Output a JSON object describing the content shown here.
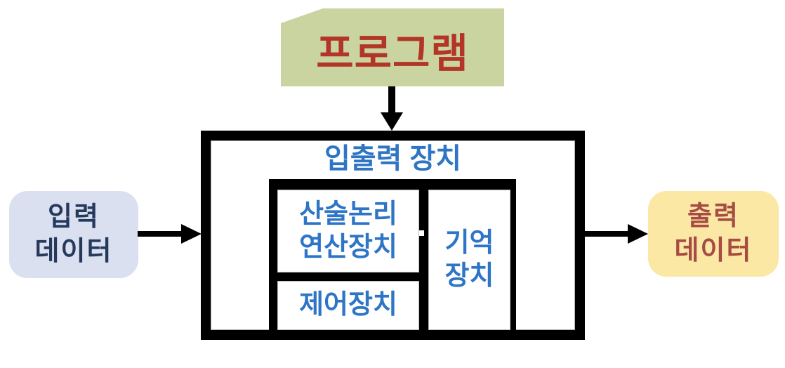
{
  "program": {
    "label": "프로그램"
  },
  "main": {
    "title": "입출력 장치"
  },
  "cpu": {
    "alu": {
      "line1": "산술논리",
      "line2": "연산장치"
    },
    "control": {
      "label": "제어장치"
    },
    "memory": {
      "line1": "기억",
      "line2": "장치"
    }
  },
  "input": {
    "line1": "입력",
    "line2": "데이터"
  },
  "output": {
    "line1": "출력",
    "line2": "데이터"
  },
  "colors": {
    "program-bg": "#c9d4a0",
    "program-text": "#b23527",
    "device-text": "#2e75c6",
    "input-bg": "#dae0f0",
    "input-text": "#25395c",
    "output-bg": "#fbe8a5",
    "output-text": "#a74b45",
    "line": "#000000"
  }
}
